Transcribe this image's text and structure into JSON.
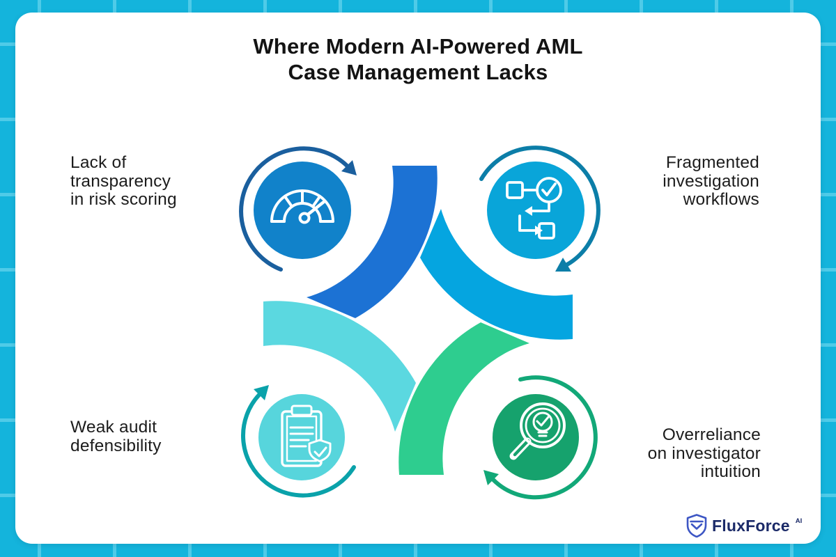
{
  "title": {
    "lines": [
      "Where Modern AI-Powered AML",
      "Case Management Lacks"
    ],
    "text_color": "#131313"
  },
  "background": {
    "base_color": "#14b4dc",
    "grid_line_color": "#4fcbe8",
    "card_color": "#ffffff",
    "label_text_color": "#1c1c1c"
  },
  "quadrants": [
    {
      "position": "top-left",
      "label_lines": [
        "Lack of",
        "transparency",
        "in risk scoring"
      ],
      "icon": "gauge-icon",
      "colors": {
        "circle": "#1182ca",
        "arrow": "#1a5f9e"
      }
    },
    {
      "position": "top-right",
      "label_lines": [
        "Fragmented",
        "investigation",
        "workflows"
      ],
      "icon": "workflow-check-icon",
      "colors": {
        "circle": "#09a5d9",
        "arrow": "#0c7ea8"
      }
    },
    {
      "position": "bottom-left",
      "label_lines": [
        "Weak audit",
        "defensibility"
      ],
      "icon": "clipboard-shield-icon",
      "colors": {
        "circle": "#57d5dc",
        "arrow": "#0aa2aa"
      }
    },
    {
      "position": "bottom-right",
      "label_lines": [
        "Overreliance",
        "on investigator",
        "intuition"
      ],
      "icon": "magnifier-lightbulb-icon",
      "colors": {
        "circle": "#16a26d",
        "arrow": "#12a878"
      }
    }
  ],
  "center_swooshes": [
    {
      "position": "top",
      "color": "#1c72d4"
    },
    {
      "position": "right",
      "color": "#05a5e0"
    },
    {
      "position": "bottom",
      "color": "#2ecd8f"
    },
    {
      "position": "left",
      "color": "#5bd8e0"
    }
  ],
  "logo": {
    "name": "FluxForce",
    "superscript": "AI",
    "text_color": "#1b2a68",
    "shield_color": "#3d56c4"
  }
}
